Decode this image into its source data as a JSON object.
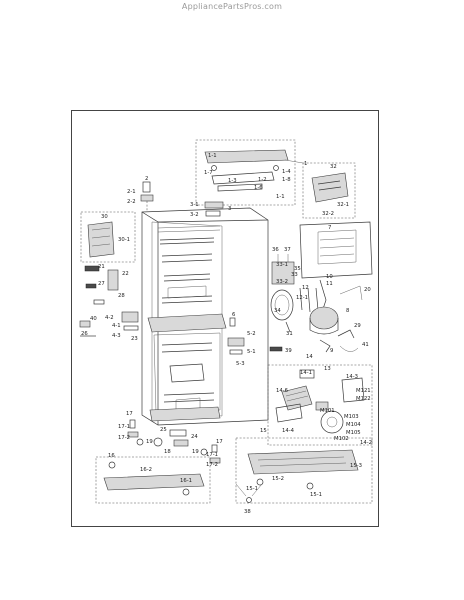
{
  "watermark": "AppliancePartsPros.com",
  "callouts": {
    "p1": "1",
    "p1_1": "1-1",
    "p1_2": "1-2",
    "p1_3": "1-3",
    "p1_4": "1-4",
    "p1_6": "1-6",
    "p1_7": "1-7",
    "p1_8": "1-8",
    "p1_1b": "1-1",
    "p2": "2",
    "p2_1": "2-1",
    "p2_2": "2-2",
    "p3": "3",
    "p3_1": "3-1",
    "p3_2": "3-2",
    "p4_1": "4-1",
    "p4_2": "4-2",
    "p4_3": "4-3",
    "p5_1": "5-1",
    "p5_2": "5-2",
    "p5_3": "5-3",
    "p6": "6",
    "p7": "7",
    "p8": "8",
    "p9": "9",
    "p10": "10",
    "p11": "11",
    "p12": "12",
    "p12_1": "12-1",
    "p13": "13",
    "p14": "14",
    "p14_1": "14-1",
    "p14_2": "14-2",
    "p14_3": "14-3",
    "p14_4": "14-4",
    "p14_6": "14-6",
    "p15": "15",
    "p15_1": "15-1",
    "p15_2": "15-2",
    "p15_3": "15-3",
    "p16": "16",
    "p16_1": "16-1",
    "p16_2": "16-2",
    "p17a": "17",
    "p17_1a": "17-1",
    "p17_2a": "17-2",
    "p17b": "17",
    "p17_1b": "17-1",
    "p17_2b": "17-2",
    "p18": "18",
    "p19a": "19",
    "p19b": "19",
    "p20": "20",
    "p21": "21",
    "p22": "22",
    "p23": "23",
    "p24": "24",
    "p25": "25",
    "p26": "26",
    "p27": "27",
    "p28": "28",
    "p29": "29",
    "p30": "30",
    "p30_1": "30-1",
    "p31": "31",
    "p32": "32",
    "p32_1": "32-1",
    "p32_2": "32-2",
    "p33": "33",
    "p33_1": "33-1",
    "p33_2": "33-2",
    "p34": "34",
    "p35": "35",
    "p36": "36",
    "p37": "37",
    "p38": "38",
    "p39": "39",
    "p40": "40",
    "p41": "41",
    "m101": "M101",
    "m102": "M102",
    "m103": "M103",
    "m104": "M104",
    "m105": "M105",
    "m121": "M121",
    "m122": "M122"
  }
}
